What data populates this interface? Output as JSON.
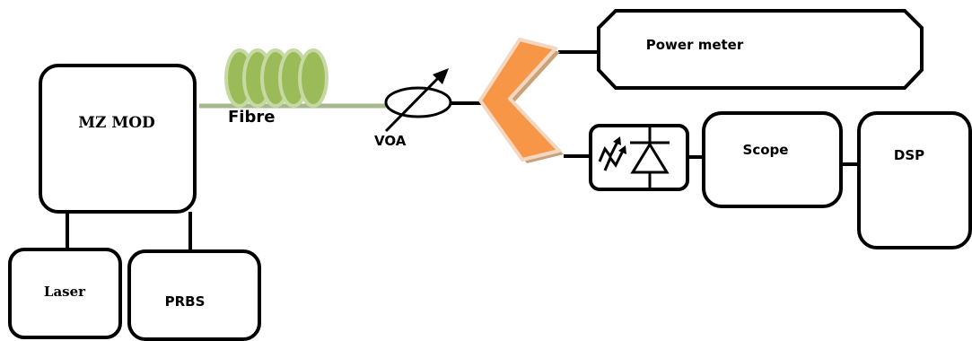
{
  "labels": {
    "mz_mod": "MZ MOD",
    "laser": "Laser",
    "prbs": "PRBS",
    "fibre": "Fibre",
    "voa": "VOA",
    "power_meter": "Power meter",
    "scope": "Scope",
    "dsp": "DSP"
  },
  "colors": {
    "fibre_coil": "#9bbb59",
    "coupler": "#f79646",
    "coupler_shadow": "#c9a27a",
    "fibre_line": "#a6b98c"
  }
}
